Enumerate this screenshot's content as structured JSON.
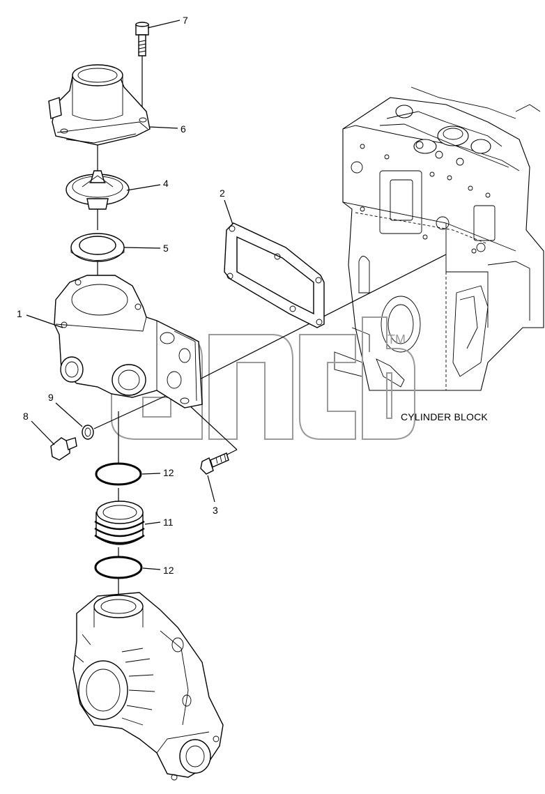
{
  "callouts": {
    "c1": "1",
    "c2": "2",
    "c3": "3",
    "c4": "4",
    "c5": "5",
    "c6": "6",
    "c7": "7",
    "c8": "8",
    "c9": "9",
    "c11": "11",
    "c12a": "12",
    "c12b": "12"
  },
  "cylinder_block_label": "CYLINDER BLOCK",
  "watermark": {
    "text": "ancb",
    "mark": "TM"
  }
}
